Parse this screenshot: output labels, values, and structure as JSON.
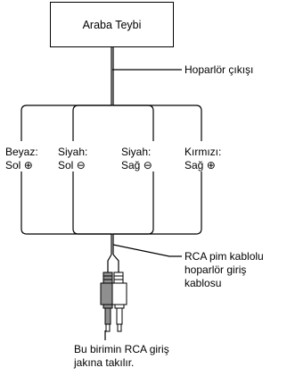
{
  "device_box": {
    "label": "Araba Teybi"
  },
  "callouts": {
    "speaker_output": "Hoparlör çıkışı",
    "rca_cable": [
      "RCA pim kablolu",
      "hoparlör giriş",
      "kablosu"
    ],
    "rca_input": [
      "Bu birimin RCA giriş",
      "jakına takılır."
    ]
  },
  "wires": [
    {
      "line1": "Beyaz:",
      "line2_text": "Sol",
      "polarity": "plus"
    },
    {
      "line1": "Siyah:",
      "line2_text": "Sol",
      "polarity": "minus"
    },
    {
      "line1": "Siyah:",
      "line2_text": "Sağ",
      "polarity": "minus"
    },
    {
      "line1": "Kırmızı:",
      "line2_text": "Sağ",
      "polarity": "plus"
    }
  ],
  "plugs": [
    {
      "id": "left",
      "fill": "#8f8f8f"
    },
    {
      "id": "right",
      "fill": "#ffffff"
    }
  ]
}
